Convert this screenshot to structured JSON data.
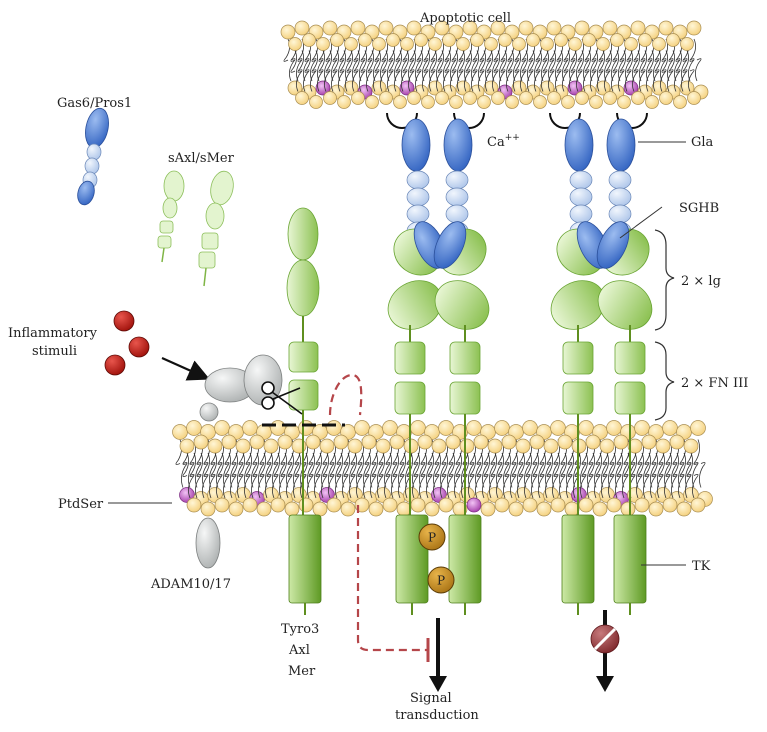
{
  "title": "",
  "labels": {
    "apoptotic_cell": "Apoptotic cell",
    "gas6_pros1": "Gas6/Pros1",
    "saxl_smer": "sAxl/sMer",
    "calcium": "Ca",
    "calcium_sup": "++",
    "gla": "Gla",
    "sghb": "SGHB",
    "ig": "2 × lg",
    "fn3": "2 × FN III",
    "inflammatory_1": "Inflammatory",
    "inflammatory_2": "stimuli",
    "ptdser": "PtdSer",
    "adam": "ADAM10/17",
    "tk": "TK",
    "receptors": [
      "Tyro3",
      "Axl",
      "Mer"
    ],
    "signal_1": "Signal",
    "signal_2": "transduction",
    "phospho": "P"
  },
  "colors": {
    "lipid_head": "#fbe3a4",
    "lipid_stroke": "#a98e52",
    "ptdser": "#c066c8",
    "gla_blue": "#4d7fd6",
    "light_blue": "#c6d8f2",
    "green_light": "#dff2c6",
    "green_dark": "#7fb545",
    "stem": "#5f8f1f",
    "phospho": "#c08a1e",
    "inhibit_red": "#b5464a",
    "inflammatory_red": "#c0150f",
    "adam_grey": "#d3d5d5"
  }
}
